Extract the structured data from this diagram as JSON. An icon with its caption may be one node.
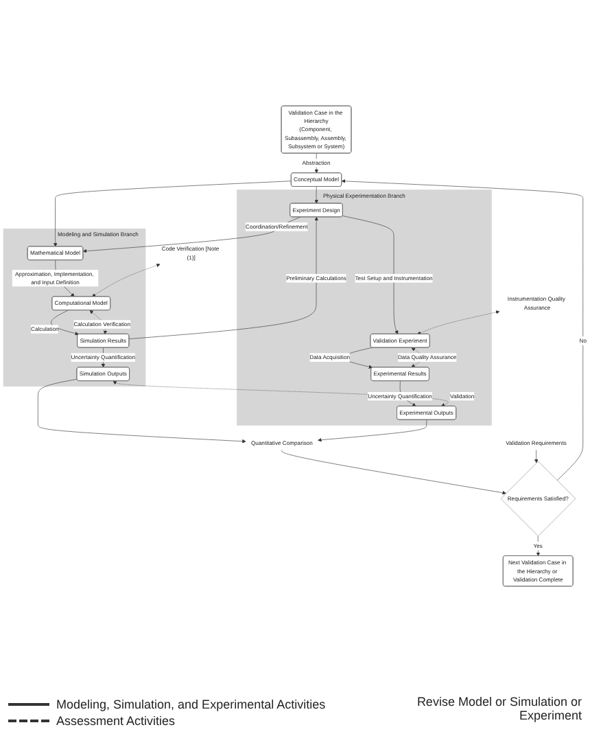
{
  "diagram": {
    "nodes": [
      {
        "text": [
          "Validation Case in the Hierarchy",
          "(Component, Subassembly, Assembly, Subsystem or System)"
        ]
      },
      {
        "text": [
          "Conceptual Model"
        ]
      },
      {
        "text": [
          "Modeling and Simulation Branch"
        ]
      },
      {
        "text": [
          "Mathematical Model"
        ],
        "in": 2
      },
      {
        "text": [
          "Computational Model"
        ],
        "in": 2
      },
      {
        "text": [
          "Simulation Results"
        ],
        "in": 2
      },
      {
        "text": [
          "Simulation Outputs"
        ],
        "in": 2
      },
      {
        "text": [
          "Physical Experimentation Branch"
        ]
      },
      {
        "text": [
          "Experiment Design"
        ],
        "in": 7
      },
      {
        "text": [
          "Validation Experiment"
        ],
        "in": 7
      },
      {
        "text": [
          "Experimental Results"
        ],
        "in": 7
      },
      {
        "text": [
          "Experimental Outputs"
        ],
        "in": 7
      },
      {
        "text": [
          "Code Verification [Note (1)]"
        ]
      },
      {
        "text": [
          "Instrumentation Quality Assurance"
        ]
      },
      {
        "text": [
          "Quantitative Comparison"
        ]
      },
      {
        "text": [
          "Validation Requirements"
        ]
      },
      {
        "text": [
          "Requirements Satisfied?"
        ]
      },
      {
        "text": [
          "Next Validation Case in the Hierarchy or Validation Complete"
        ]
      }
    ],
    "edges": [
      {
        "from": 0,
        "to": 1,
        "arrow": "to",
        "label": "Abstraction"
      },
      {
        "from": 1,
        "to": 8,
        "arrow": "to"
      },
      {
        "from": 1,
        "to": 3,
        "arrow": "to"
      },
      {
        "from": 8,
        "to": 3,
        "arrow": "to",
        "label": "Coordination/Refinement"
      },
      {
        "from": 3,
        "to": 4,
        "arrow": "to",
        "label": "Approximation, Implementation, and Input Definition"
      },
      {
        "from": 4,
        "to": 5,
        "arrow": "to",
        "label": "Calculation"
      },
      {
        "from": 5,
        "to": 6,
        "arrow": "to",
        "label": "Uncertainty Quantification"
      },
      {
        "from": 5,
        "to": 8,
        "arrow": "to",
        "label": "Preliminary Calculations"
      },
      {
        "from": 8,
        "to": 9,
        "arrow": "to",
        "label": "Test Setup and Instrumentation"
      },
      {
        "from": 9,
        "to": 10,
        "arrow": "to",
        "label": "Data Acquisition"
      },
      {
        "from": 10,
        "to": 11,
        "arrow": "to",
        "label": "Uncertainty Quantification"
      },
      {
        "from": 12,
        "to": 4,
        "arrow": "both",
        "style": "dashed"
      },
      {
        "from": 4,
        "to": 5,
        "arrow": "both",
        "style": "dashed",
        "label": "Calculation Verification"
      },
      {
        "from": 13,
        "to": 9,
        "arrow": "both",
        "style": "dashed"
      },
      {
        "from": 9,
        "to": 10,
        "arrow": "both",
        "style": "dashed",
        "label": "Data Quality Assurance"
      },
      {
        "from": 6,
        "to": 11,
        "arrow": "both",
        "style": "dashed",
        "label": "Validation"
      },
      {
        "from": 6,
        "to": 14,
        "arrow": "to"
      },
      {
        "from": 11,
        "to": 14,
        "arrow": "to"
      },
      {
        "from": 14,
        "to": 16,
        "arrow": "to"
      },
      {
        "from": 15,
        "to": 16,
        "arrow": "to"
      },
      {
        "from": 16,
        "to": 17,
        "arrow": "to",
        "label": "Yes"
      },
      {
        "from": 16,
        "to": 1,
        "arrow": "to",
        "label": "No"
      }
    ],
    "labels": [
      "Revise Model or Simulation or Experiment"
    ],
    "legend": [
      {
        "text": "Modeling, Simulation, and Experimental Activities"
      },
      {
        "text": "Assessment Activities"
      }
    ]
  }
}
